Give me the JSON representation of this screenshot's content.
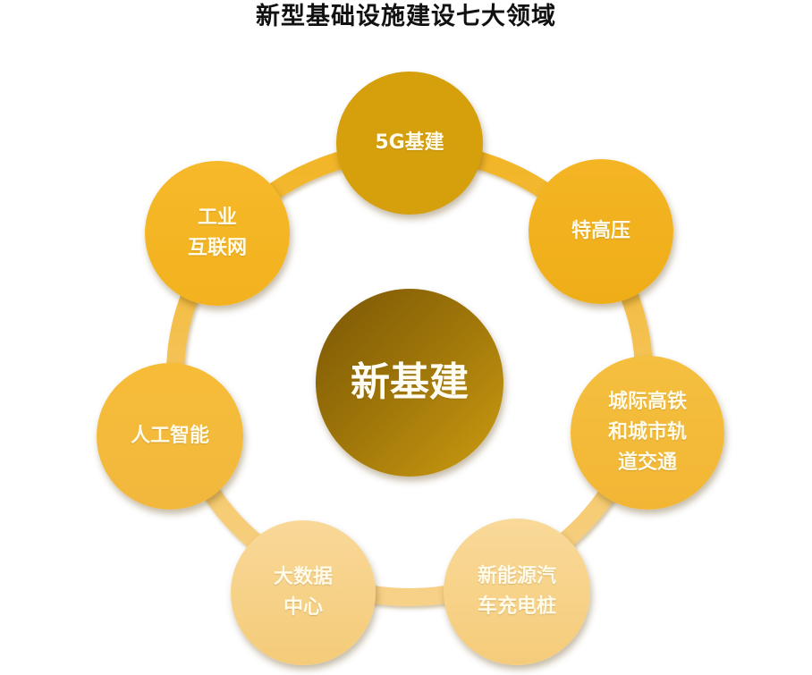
{
  "title": "新型基础设施建设七大领域",
  "center": {
    "label": "新基建",
    "color_start": "#7d5a06",
    "color_end": "#c99a10"
  },
  "ring_color": "#f3c04a",
  "nodes": [
    {
      "id": "5g",
      "label": "5G基建",
      "color": "#d6a00c"
    },
    {
      "id": "uhv",
      "label": "特高压",
      "color": "#f2b220"
    },
    {
      "id": "rail",
      "label": "城际高铁\n和城市轨\n道交通",
      "color": "#f5bd3c"
    },
    {
      "id": "ev",
      "label": "新能源汽\n车充电桩",
      "color": "#f8d48a"
    },
    {
      "id": "datacenter",
      "label": "大数据\n中心",
      "color": "#f7d287"
    },
    {
      "id": "ai",
      "label": "人工智能",
      "color": "#f5bb3a"
    },
    {
      "id": "iiot",
      "label": "工业\n互联网",
      "color": "#f4b526"
    }
  ],
  "chart_data": {
    "type": "diagram",
    "title": "新型基础设施建设七大领域",
    "center": "新基建",
    "items": [
      "5G基建",
      "特高压",
      "城际高铁和城市轨道交通",
      "新能源汽车充电桩",
      "大数据中心",
      "人工智能",
      "工业互联网"
    ]
  }
}
